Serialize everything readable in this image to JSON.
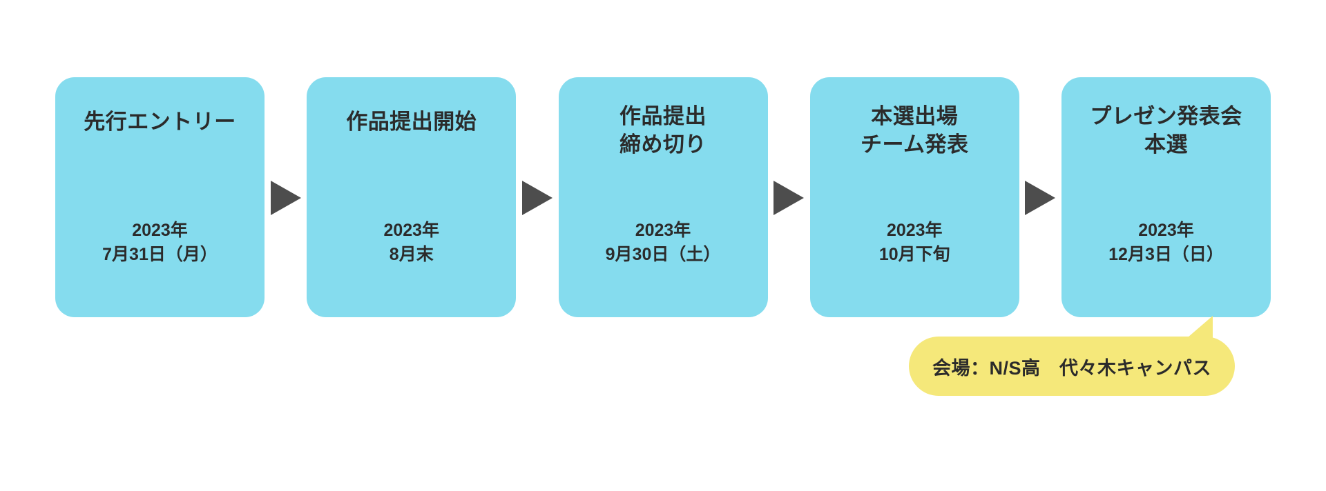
{
  "diagram": {
    "type": "horizontal-timeline",
    "background_color": "#ffffff",
    "box_color": "#85DCEE",
    "text_color": "#2b2b2b",
    "arrow_color": "#4d4d4d",
    "callout_color": "#F5E87A",
    "steps": [
      {
        "id": "step-1",
        "title": "先行エントリー",
        "date": "2023年\n7月31日（月）",
        "title_lines": 1
      },
      {
        "id": "step-2",
        "title": "作品提出開始",
        "date": "2023年\n8月末",
        "title_lines": 1
      },
      {
        "id": "step-3",
        "title": "作品提出\n締め切り",
        "date": "2023年\n9月30日（土）",
        "title_lines": 2
      },
      {
        "id": "step-4",
        "title": "本選出場\nチーム発表",
        "date": "2023年\n10月下旬",
        "title_lines": 2
      },
      {
        "id": "step-5",
        "title": "プレゼン発表会\n本選",
        "date": "2023年\n12月3日（日）",
        "title_lines": 2
      }
    ],
    "arrows": [
      {
        "id": "arrow-1",
        "icon": "triangle-right-icon"
      },
      {
        "id": "arrow-2",
        "icon": "triangle-right-icon"
      },
      {
        "id": "arrow-3",
        "icon": "triangle-right-icon"
      },
      {
        "id": "arrow-4",
        "icon": "triangle-right-icon"
      }
    ],
    "callout": {
      "text": "会場：N/S高　代々木キャンパス",
      "points_to": "step-5"
    }
  }
}
